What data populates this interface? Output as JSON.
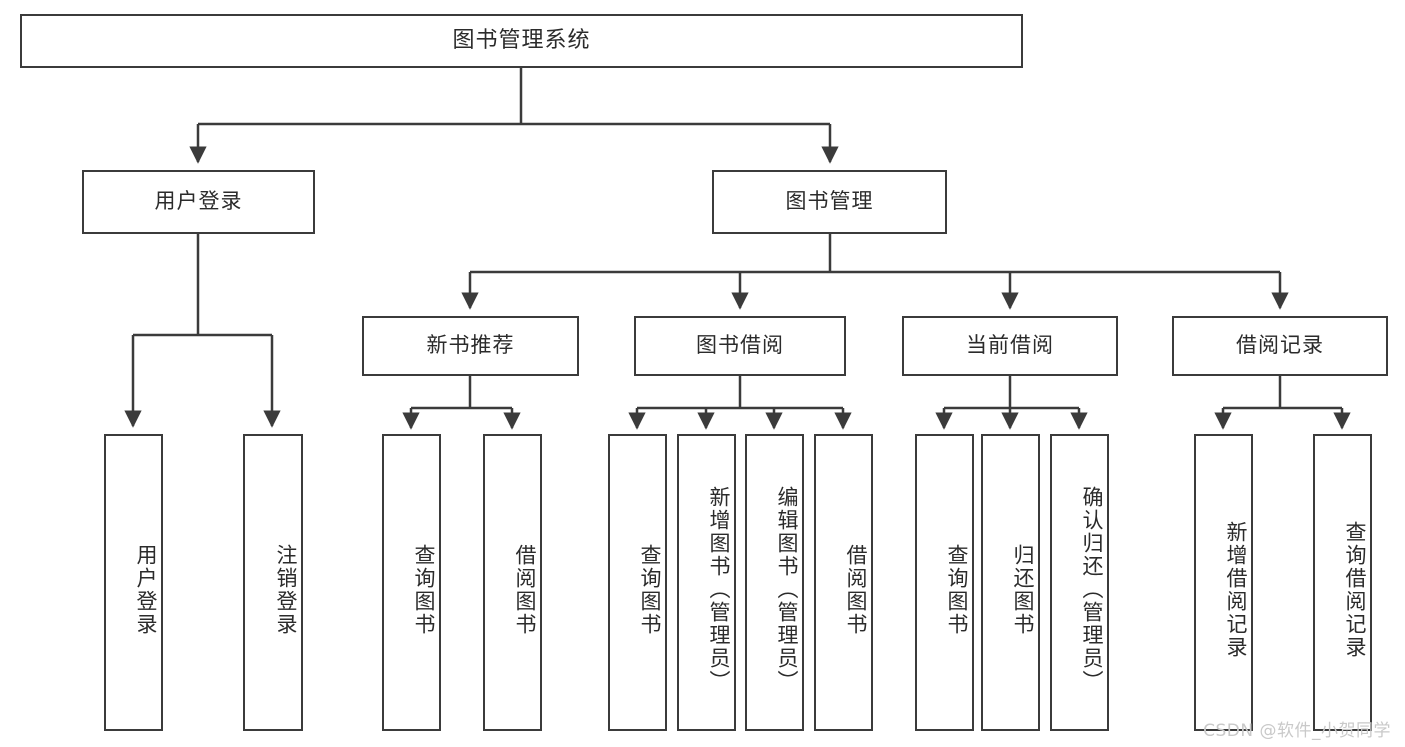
{
  "diagram": {
    "title": "图书管理系统",
    "type": "tree",
    "colors": {
      "border": "#3b3b3b",
      "background": "#ffffff",
      "text": "#2b2b2b",
      "edge": "#3b3b3b",
      "watermark": "#c9c9c9"
    },
    "levels": {
      "root": {
        "label": "图书管理系统"
      },
      "level2": [
        {
          "id": "user-login",
          "label": "用户登录"
        },
        {
          "id": "book-manage",
          "label": "图书管理"
        }
      ],
      "level3": [
        {
          "id": "new-book-recommend",
          "label": "新书推荐"
        },
        {
          "id": "book-borrow",
          "label": "图书借阅"
        },
        {
          "id": "current-borrow",
          "label": "当前借阅"
        },
        {
          "id": "borrow-record",
          "label": "借阅记录"
        }
      ],
      "leaves": {
        "user-login": [
          {
            "id": "leaf-user-login",
            "label": "用户登录"
          },
          {
            "id": "leaf-user-logout",
            "label": "注销登录"
          }
        ],
        "new-book-recommend": [
          {
            "id": "leaf-query-book-1",
            "label": "查询图书"
          },
          {
            "id": "leaf-borrow-book-1",
            "label": "借阅图书"
          }
        ],
        "book-borrow": [
          {
            "id": "leaf-query-book-2",
            "label": "查询图书"
          },
          {
            "id": "leaf-add-book",
            "label": "新增图书（管理员）"
          },
          {
            "id": "leaf-edit-book",
            "label": "编辑图书（管理员）"
          },
          {
            "id": "leaf-borrow-book-2",
            "label": "借阅图书"
          }
        ],
        "current-borrow": [
          {
            "id": "leaf-query-book-3",
            "label": "查询图书"
          },
          {
            "id": "leaf-return-book",
            "label": "归还图书"
          },
          {
            "id": "leaf-confirm-return",
            "label": "确认归还（管理员）"
          }
        ],
        "borrow-record": [
          {
            "id": "leaf-add-record",
            "label": "新增借阅记录"
          },
          {
            "id": "leaf-query-record",
            "label": "查询借阅记录"
          }
        ]
      }
    },
    "watermark": "CSDN @软件_小贺同学"
  }
}
